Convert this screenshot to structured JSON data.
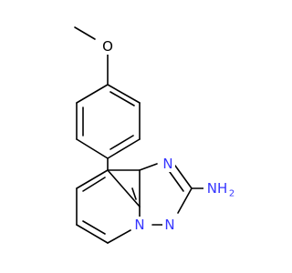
{
  "structure": {
    "atoms": {
      "methoxy_o": {
        "text": "O",
        "color": "#000000"
      },
      "n_ring_upper": {
        "text": "N",
        "color": "#3535ff"
      },
      "n_ring_lower": {
        "text": "N",
        "color": "#3535ff"
      },
      "n_bridgehead": {
        "text": "N",
        "color": "#3535ff"
      },
      "amine": {
        "text": "NH",
        "subscript": "2",
        "color": "#3535ff"
      }
    }
  }
}
